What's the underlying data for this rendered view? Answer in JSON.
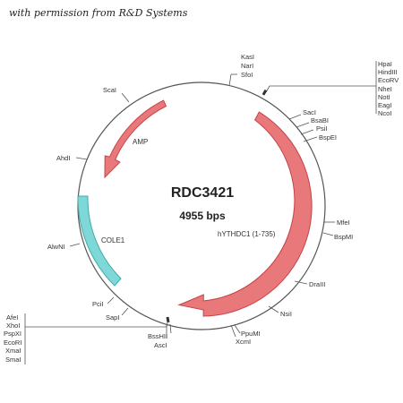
{
  "credit": "with permission from R&D Systems",
  "plasmid": {
    "name": "RDC3421",
    "size_label": "4955 bps"
  },
  "features": {
    "amp": "AMP",
    "insert": "hYTHDC1 (1-735)",
    "ori": "COLE1"
  },
  "colors": {
    "backbone": "#555555",
    "arrow_fill": "#e8787a",
    "arrow_stroke": "#c54347",
    "ori_fill": "#7fd8d8",
    "ori_stroke": "#44aaaa"
  },
  "sites": {
    "kasI": "KasI",
    "narI": "NarI",
    "sfoI": "SfoI",
    "hpaI": "HpaI",
    "hindIII": "HindIII",
    "ecoRV": "EcoRV",
    "nheI": "NheI",
    "notI": "NotI",
    "eagI": "EagI",
    "ncoI": "NcoI",
    "sacI": "SacI",
    "bsaBI": "BsaBI",
    "psiI": "PsiI",
    "bspEI": "BspEI",
    "mfeI": "MfeI",
    "bspMI": "BspMI",
    "draIII": "DraIII",
    "nsiI": "NsiI",
    "ppuMI": "PpuMI",
    "xcmI": "XcmI",
    "bssHII": "BssHII",
    "ascI": "AscI",
    "sapI": "SapI",
    "pciI": "PciI",
    "alwNI": "AlwNI",
    "ahdI": "AhdI",
    "scaI": "ScaI",
    "afeI": "AfeI",
    "xhoI": "XhoI",
    "pspXI": "PspXI",
    "ecoRI": "EcoRI",
    "xmaI": "XmaI",
    "smaI": "SmaI"
  }
}
